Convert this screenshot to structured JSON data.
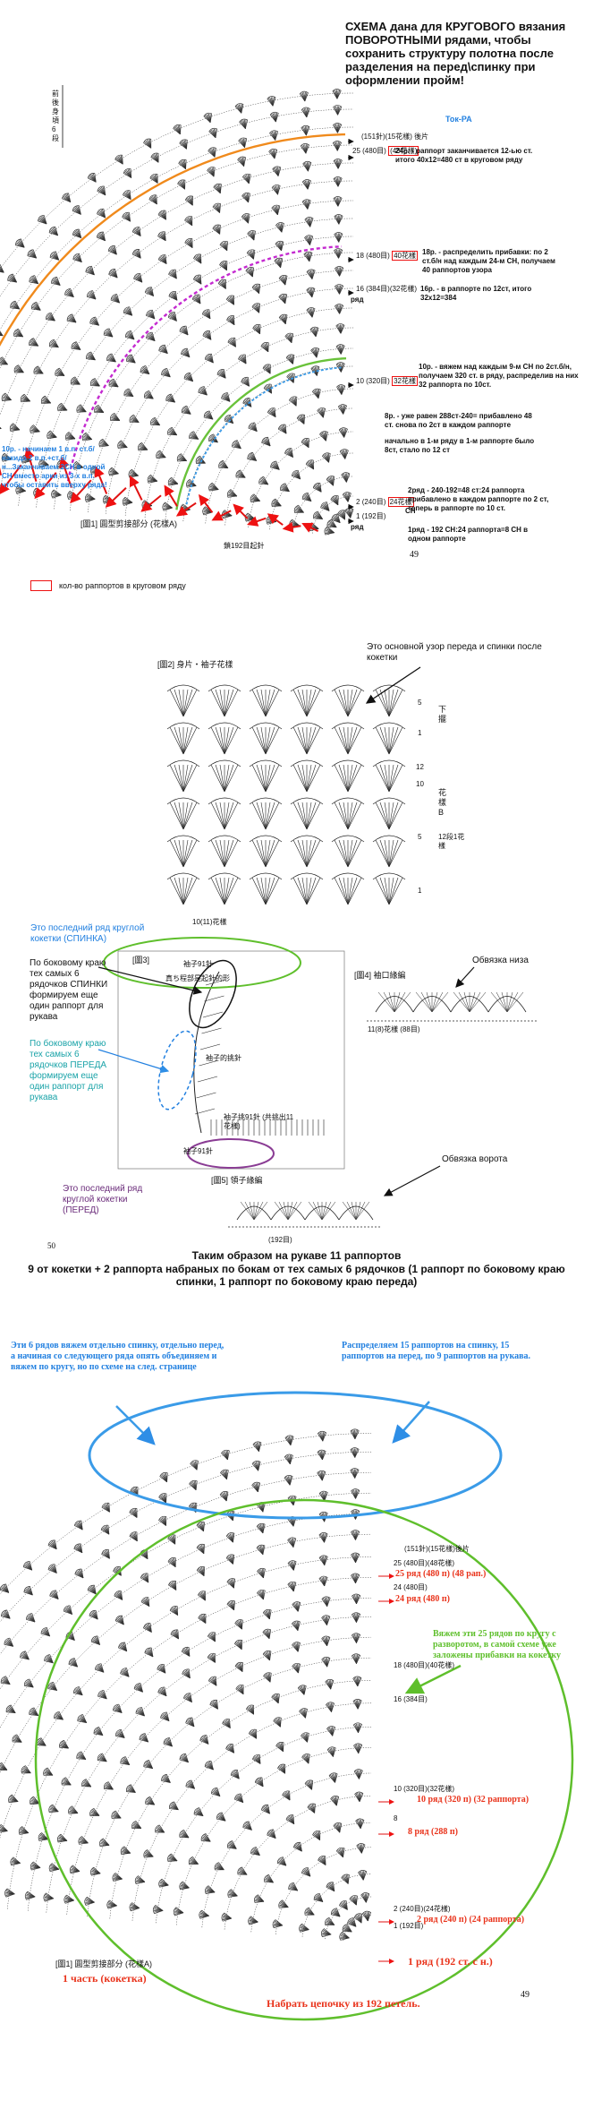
{
  "section1": {
    "title": "СХЕМА дана для КРУГОВОГО вязания ПОВОРОТНЫМИ рядами, чтобы сохранить структуру полотна после разделения на перед\\спинку при оформлении пройм!",
    "author": "Ток-РА",
    "left_note": "10р. - начинаем 1 в.п. ст.б/накида 2 в.п.+ст.б/н...Заканчиваем 2СН в одной СН вместо арки из 3-х в.п. чтобы оставить вверху ряда!",
    "vertical_label": "前後身頃 6 段",
    "row_marks": [
      {
        "row": "25",
        "count_jp": "(151針)(15花樣)",
        "boxed": "(48花樣)",
        "suffix": "後片",
        "r24": "(480目)"
      },
      {
        "row": "18",
        "count_jp": "(480目)",
        "boxed": "40花樣"
      },
      {
        "row": "16",
        "count_jp": "(384目)(32花樣)"
      },
      {
        "row": "10",
        "count_jp": "(320目)",
        "boxed": "32花樣"
      },
      {
        "row": "2",
        "count_jp": "(240目)",
        "boxed": "24花樣"
      },
      {
        "row": "1",
        "count_jp": "(192目)"
      }
    ],
    "right_notes": [
      "24р. - раппорт заканчивается 12-ью ст. итого 40х12=480 ст в круговом ряду",
      "18р. - распределить прибавки: по 2 ст.б/н над каждым 24-м СН, получаем 40 раппортов узора",
      "16р. - в раппорте по 12ст, итого 32х12=384",
      "10р. - вяжем над каждым 9-м СН по 2ст.б/н, получаем 320 ст. в ряду, распределив на них 32 раппорта по 10ст.",
      "8р. - уже равен 288ст-240= прибавлено 48 ст. снова по 2ст в каждом раппорте",
      "начально в 1-м ряду в 1-м раппорте было 8ст, стало по 12 ст",
      "2ряд - 240-192=48 ст:24 раппорта прибавлено в каждом раппорте по 2 ст, теперь в раппорте по 10 ст.",
      "1ряд - 192 СН:24 раппорта=8 СН в одном раппорте"
    ],
    "ch_label": "СН",
    "row_label": "ряд",
    "diagram_caption": "[圖1] 圓型剪接部分 (花樣A)",
    "bottom_jp": "鎖192目起針",
    "page_num": "49",
    "legend_text": "кол-во раппортов в круговом ряду"
  },
  "section2": {
    "caption2": "[圖2] 身片・袖子花樣",
    "arrow_note": "Это основной узор переда и спинки после кокетки",
    "row_numbers": [
      "5",
      "1",
      "12",
      "10",
      "5",
      "1"
    ],
    "side_labels": [
      "下擺",
      "花樣B",
      "12段1花樣"
    ],
    "bottom_jp": "10(11)花樣",
    "caption3": "[圖3]",
    "sleeve_jp": "袖子91針",
    "sleeve_top": "袖子91針",
    "sleeve_join_jp": "真ち程部是起針的形",
    "sleeve_mid_jp": "袖子的挑針",
    "sleeve_pick_jp": "袖子挑91針 (共挑出11花樣)",
    "caption4": "[圖4] 袖口緣編",
    "caption5": "[圖5] 領子緣編",
    "note_last_row_back": "Это последний ряд круглой кокетки (СПИНКА)",
    "note_back": "По боковому краю тех самых 6 рядочков СПИНКИ формируем еще один раппорт для рукава",
    "note_front": "По боковому краю тех самых 6 рядочков ПЕРЕДА формируем еще один раппорт для рукава",
    "note_last_row_front": "Это последний ряд круглой кокетки (ПЕРЕД)",
    "cuff_label": "Обвязка низа",
    "collar_label": "Обвязка ворота",
    "cuff_jp": "11(8)花樣 (88目)",
    "collar_jp": "(192目)",
    "page_num": "50",
    "summary_line1": "Таким образом на рукаве 11 раппортов",
    "summary_line2": "9 от кокетки + 2 раппорта набраных по бокам от тех самых 6 рядочков (1 раппорт по боковому краю спинки, 1 раппорт по боковому краю переда)"
  },
  "section3": {
    "note_top_left": "Эти 6 рядов вяжем отдельно спинку, отдельно перед, а начиная со следующего ряда опять объединяем и вяжем по кругу, но по схеме на след. странице",
    "note_top_right": "Распределяем 15 раппортов на спинку, 15 раппортов на перед, по 9 раппортов на рукава.",
    "note_right_green": "Вяжем эти 25 рядов по кругу с разворотом, в самой схеме уже заложены прибавки на кокетку",
    "red_labels": [
      "25 ряд (480 п) (48 рап.)",
      "24 ряд (480 п)",
      "10 ряд (320 п) (32 раппорта)",
      "8 ряд (288 п)",
      "2 ряд (240 п) (24 раппорта)",
      "1 ряд (192 ст. с н.)"
    ],
    "part_label": "1 часть (кокетка)",
    "cast_on": "Набрать цепочку из 192 петель.",
    "caption": "[圖1] 圓型剪接部分 (花樣A)",
    "page_num": "49",
    "jp_rows": [
      "(151針)(15花樣)後片",
      "25 (480目)(48花樣)",
      "24 (480目)",
      "18 (480目)(40花樣)",
      "16 (384目)",
      "10 (320目)(32花樣)",
      "8",
      "2 (240目)(24花樣)",
      "1 (192目)"
    ]
  },
  "colors": {
    "red": "#e11111",
    "blue": "#2280e0",
    "green": "#5fbf2c",
    "purple": "#6a2b7a",
    "navy": "#1a2eaa",
    "orange": "#f08a1c",
    "magenta": "#c42ad0",
    "lime": "#69c23a",
    "sky": "#3a9be8"
  }
}
